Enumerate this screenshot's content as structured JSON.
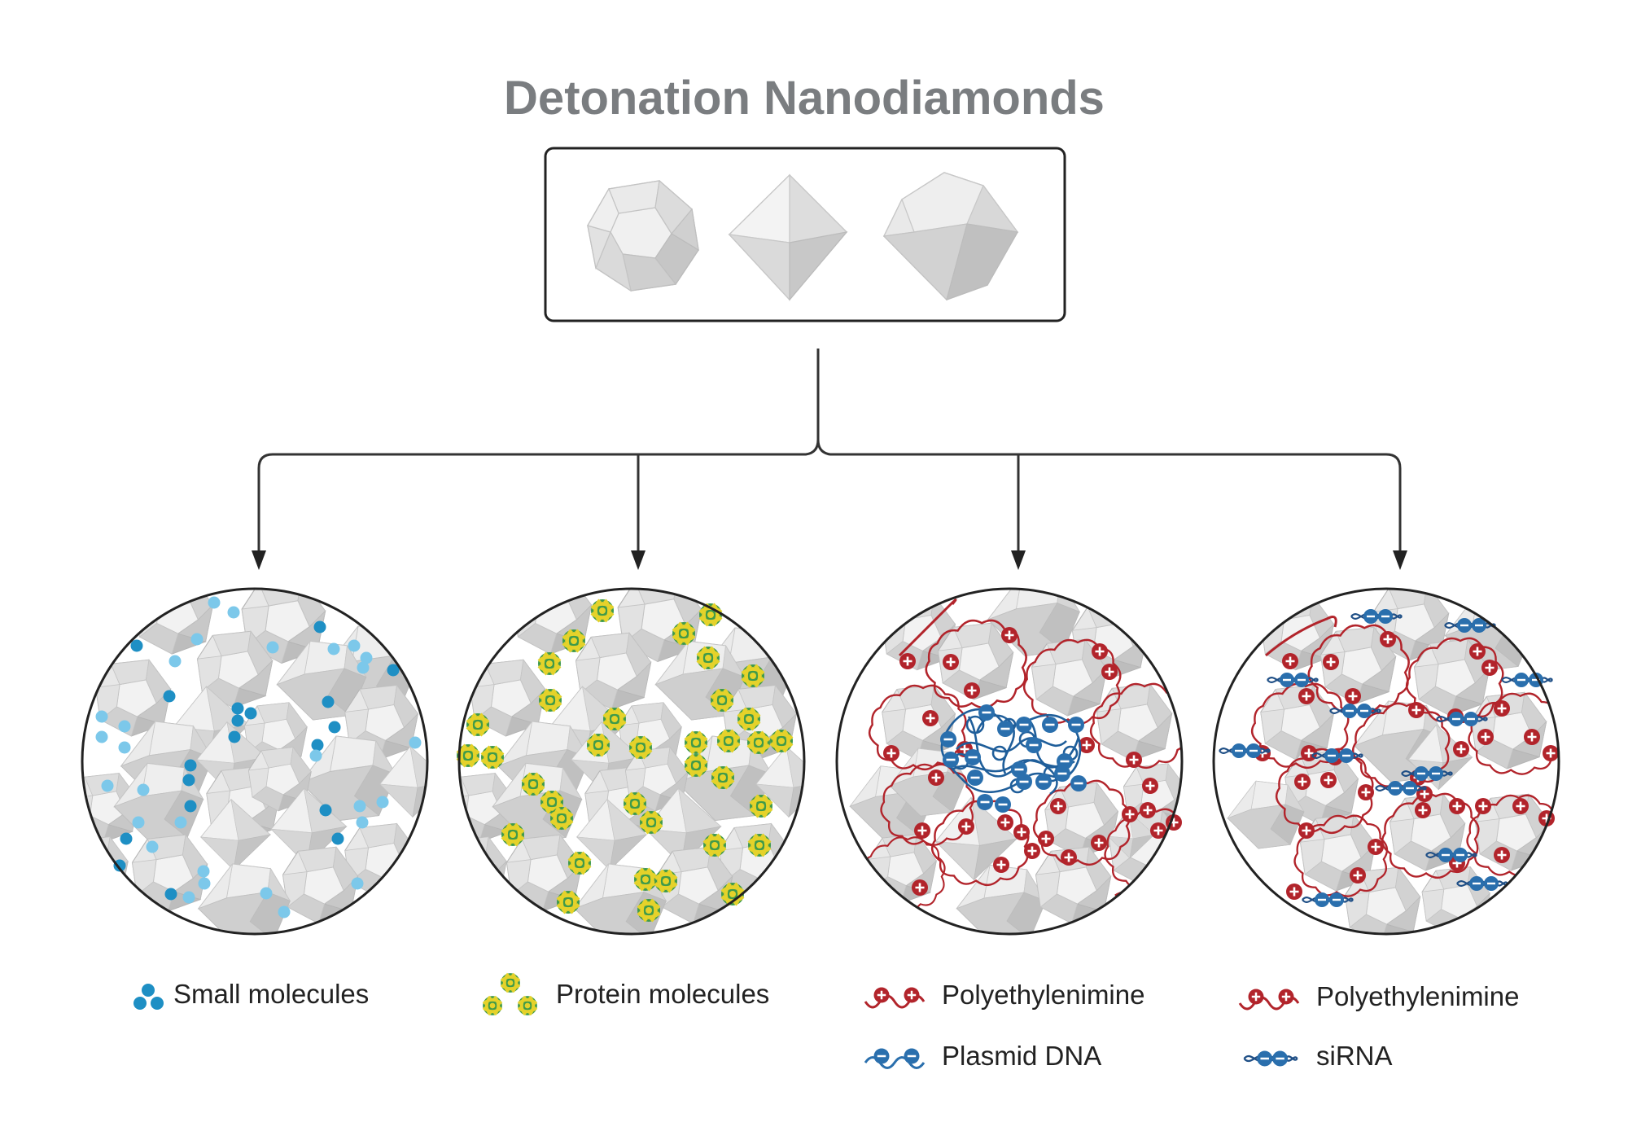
{
  "title": "Detonation Nanodiamonds",
  "colors": {
    "crystal_light": "#eeeeee",
    "crystal_mid": "#d9d9d9",
    "crystal_dark": "#bdbdbd",
    "crystal_edge": "#a9a9a9",
    "small_dark": "#1e8fc4",
    "small_light": "#7cc8ea",
    "protein_yellow": "#e5d22a",
    "protein_green": "#3f9a4a",
    "pei_red": "#b2242b",
    "dna_blue": "#2a6fad",
    "outline": "#222222",
    "connector": "#333333"
  },
  "panels": [
    {
      "id": "small-molecules",
      "legend": [
        {
          "icon": "small-molecules-icon",
          "label": "Small molecules"
        }
      ]
    },
    {
      "id": "protein-molecules",
      "legend": [
        {
          "icon": "protein-molecules-icon",
          "label": "Protein molecules"
        }
      ]
    },
    {
      "id": "plasmid-dna",
      "legend": [
        {
          "icon": "polyethylenimine-icon",
          "label": "Polyethylenimine"
        },
        {
          "icon": "plasmid-dna-icon",
          "label": "Plasmid DNA"
        }
      ]
    },
    {
      "id": "sirna",
      "legend": [
        {
          "icon": "polyethylenimine-icon",
          "label": "Polyethylenimine"
        },
        {
          "icon": "sirna-icon",
          "label": "siRNA"
        }
      ]
    }
  ]
}
